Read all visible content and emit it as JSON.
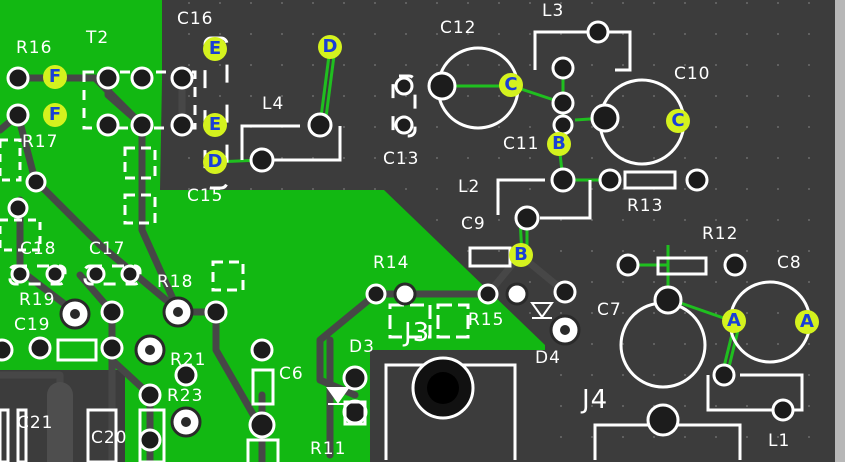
{
  "colors": {
    "background": "#3c3c3c",
    "copper_fill": "#12b812",
    "trace": "#4a4a4a",
    "silkscreen": "#ffffff",
    "net_marker_fill": "#d4f21e",
    "net_marker_text": "#1a3fd6"
  },
  "labels": {
    "C16": "C16",
    "T2": "T2",
    "R16": "R16",
    "R17": "R17",
    "C15": "C15",
    "L4": "L4",
    "C12": "C12",
    "L3": "L3",
    "C10": "C10",
    "C13": "C13",
    "C11": "C11",
    "L2": "L2",
    "R13": "R13",
    "C9": "C9",
    "R12": "R12",
    "C8": "C8",
    "R14": "R14",
    "C18": "C18",
    "C17": "C17",
    "R18": "R18",
    "R19": "R19",
    "C19": "C19",
    "J3": "J3",
    "R15": "R15",
    "C7": "C7",
    "D3": "D3",
    "D4": "D4",
    "R21": "R21",
    "C6": "C6",
    "J4": "J4",
    "R23": "R23",
    "C21": "C21",
    "C20": "C20",
    "R11": "R11",
    "L1": "L1"
  },
  "net_markers": {
    "f1": "F",
    "f2": "F",
    "e1": "E",
    "e2": "E",
    "d1": "D",
    "d2": "D",
    "c1": "C",
    "c2": "C",
    "b1": "B",
    "b2": "B",
    "a1": "A",
    "a2": "A"
  }
}
